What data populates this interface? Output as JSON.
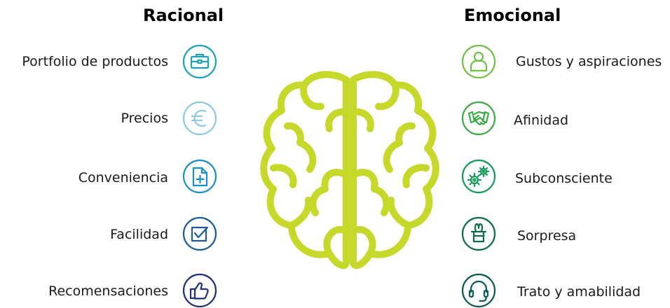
{
  "headings": {
    "left": "Racional",
    "right": "Emocional"
  },
  "left_items": [
    {
      "label": "Portfolio de productos",
      "icon": "toolbox-icon",
      "color": "#1ba3b5"
    },
    {
      "label": "Precios",
      "icon": "euro-icon",
      "color": "#8fc9df"
    },
    {
      "label": "Conveniencia",
      "icon": "document-plus-icon",
      "color": "#1b8fc2"
    },
    {
      "label": "Facilidad",
      "icon": "checkbox-icon",
      "color": "#1a5c98"
    },
    {
      "label": "Recomensaciones",
      "icon": "thumbs-up-icon",
      "color": "#1f2f7a"
    }
  ],
  "right_items": [
    {
      "label": "Gustos y aspiraciones",
      "icon": "person-icon",
      "color": "#6fc044"
    },
    {
      "label": "Afinidad",
      "icon": "handshake-icon",
      "color": "#3aab48"
    },
    {
      "label": "Subconsciente",
      "icon": "gears-icon",
      "color": "#139a58"
    },
    {
      "label": "Sorpresa",
      "icon": "magic-hat-icon",
      "color": "#0e6b43"
    },
    {
      "label": "Trato y amabilidad",
      "icon": "headset-icon",
      "color": "#0b5a52"
    }
  ],
  "colors": {
    "brain": "#c6d82a"
  }
}
